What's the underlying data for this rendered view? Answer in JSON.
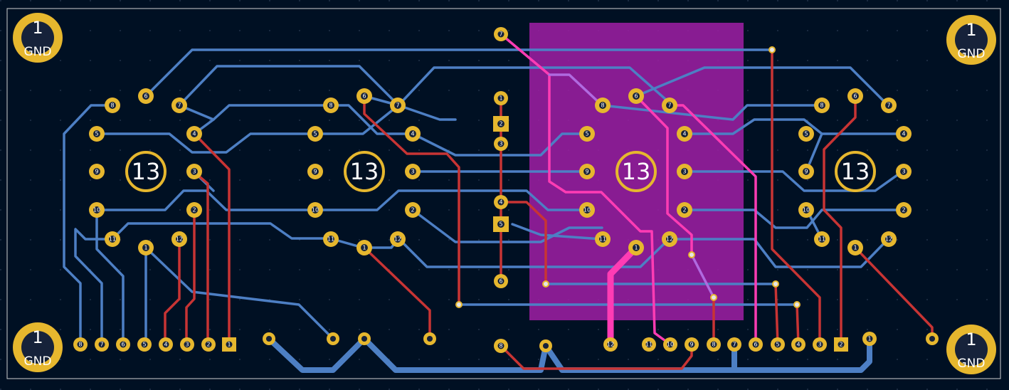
{
  "colors": {
    "background": "#001023",
    "grid": "#2a3a52",
    "edge": "#d0d0d0",
    "copper_back": "#4d7fc4",
    "copper_front": "#c83434",
    "pad": "#e6b72e",
    "pad_hole": "#16223a",
    "zone": "#a01ea6",
    "highlight": "#ff3cb4",
    "highlight_back": "#b06ae0"
  },
  "mounting_holes": [
    {
      "number": "1",
      "net": "GND"
    },
    {
      "number": "1",
      "net": "GND"
    },
    {
      "number": "1",
      "net": "GND"
    },
    {
      "number": "1",
      "net": "GND"
    }
  ],
  "displays": [
    {
      "center_label": "13",
      "pin_labels": [
        "8",
        "6",
        "7",
        "5",
        "4",
        "9",
        "3",
        "10",
        "2",
        "11",
        "1",
        "12"
      ]
    },
    {
      "center_label": "13",
      "pin_labels": [
        "8",
        "6",
        "7",
        "5",
        "4",
        "9",
        "3",
        "10",
        "2",
        "11",
        "1",
        "12"
      ]
    },
    {
      "center_label": "13",
      "pin_labels": [
        "8",
        "6",
        "7",
        "5",
        "4",
        "9",
        "3",
        "10",
        "2",
        "11",
        "1",
        "12"
      ]
    },
    {
      "center_label": "13",
      "pin_labels": [
        "8",
        "6",
        "7",
        "5",
        "4",
        "9",
        "3",
        "10",
        "2",
        "11",
        "1",
        "12"
      ]
    }
  ],
  "header_left": {
    "pin_labels": [
      "8",
      "7",
      "6",
      "5",
      "4",
      "3",
      "2",
      "1"
    ]
  },
  "header_right": {
    "pin_labels": [
      "12",
      "11",
      "10",
      "9",
      "8",
      "7",
      "6",
      "5",
      "4",
      "3",
      "2",
      "1"
    ]
  },
  "ic_middle": {
    "pin_labels": [
      "1",
      "2",
      "3",
      "4",
      "5",
      "6",
      "7",
      "8"
    ]
  }
}
